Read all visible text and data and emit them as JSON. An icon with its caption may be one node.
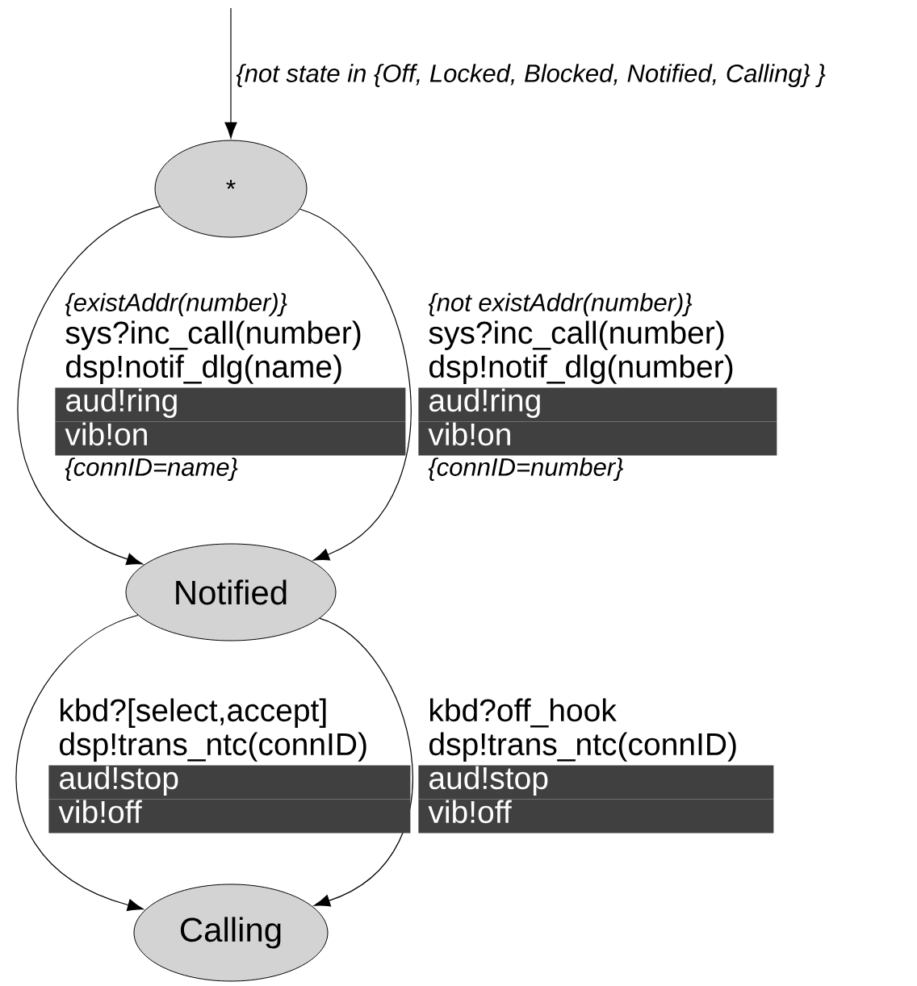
{
  "diagram": {
    "nodes": [
      {
        "text": [
          "*"
        ]
      },
      {
        "text": [
          "Notified"
        ]
      },
      {
        "text": [
          "Calling"
        ]
      }
    ],
    "edges": [
      {
        "from": null,
        "to": 0,
        "arrow": "to",
        "label": [
          "{not state in {Off, Locked, Blocked, Notified, Calling} }"
        ]
      },
      {
        "from": 0,
        "to": 1,
        "arrow": "to",
        "label": [
          "{existAddr(number)}",
          "sys?inc_call(number)",
          "dsp!notif_dlg(name)",
          "aud!ring",
          "vib!on",
          "{connID=name}"
        ]
      },
      {
        "from": 0,
        "to": 1,
        "arrow": "to",
        "label": [
          "{not existAddr(number)}",
          "sys?inc_call(number)",
          "dsp!notif_dlg(number)",
          "aud!ring",
          "vib!on",
          "{connID=number}"
        ]
      },
      {
        "from": 1,
        "to": 2,
        "arrow": "to",
        "label": [
          "kbd?[select,accept]",
          "dsp!trans_ntc(connID)",
          "aud!stop",
          "vib!off"
        ]
      },
      {
        "from": 1,
        "to": 2,
        "arrow": "to",
        "label": [
          "kbd?off_hook",
          "dsp!trans_ntc(connID)",
          "aud!stop",
          "vib!off"
        ]
      }
    ]
  }
}
